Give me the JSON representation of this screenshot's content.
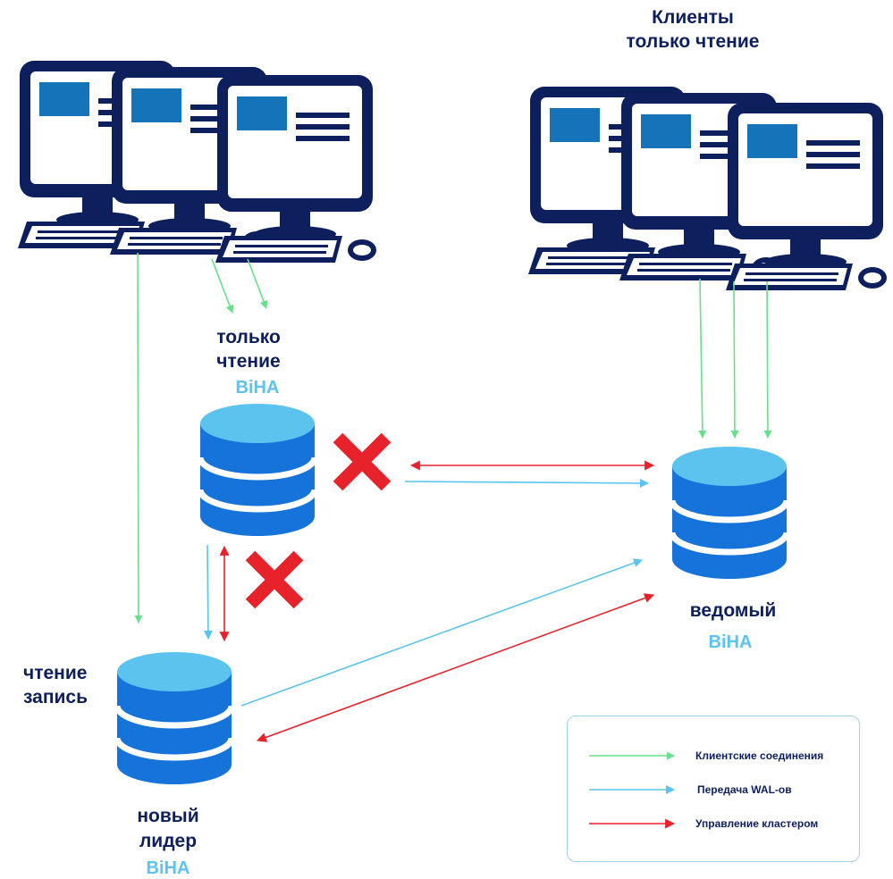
{
  "clients_rw": {
    "pc_count": 3
  },
  "clients_ro": {
    "title_line1": "Клиенты",
    "title_line2": "только чтение",
    "pc_count": 3
  },
  "node_old_leader": {
    "label_line1": "только",
    "label_line2": "чтение",
    "tag": "BiHA",
    "failed_link_mark": "cross-mark"
  },
  "node_new_leader": {
    "role_line1": "чтение",
    "role_line2": "запись",
    "label_line1": "новый",
    "label_line2": "лидер",
    "tag": "BiHA"
  },
  "node_follower": {
    "label": "ведомый",
    "tag": "BiHA"
  },
  "legend": {
    "items": [
      {
        "label": "Клиентские соединения",
        "color": "#66e08a"
      },
      {
        "label": "Передача WAL-ов",
        "color": "#5cc3ee"
      },
      {
        "label": "Управление кластером",
        "color": "#e8222a"
      }
    ]
  },
  "colors": {
    "client_connection": "#66e08a",
    "wal_transfer": "#5cc3ee",
    "cluster_control": "#e8222a",
    "failure_cross": "#e8222a",
    "pc_frame": "#0d1f5c",
    "pc_screen_block": "#1573b9",
    "db_body": "#1573d9",
    "db_top": "#5cc3ee"
  },
  "icons": {
    "computer": "desktop-computer-icon",
    "database": "database-cylinder-icon",
    "cross": "cross-icon"
  }
}
